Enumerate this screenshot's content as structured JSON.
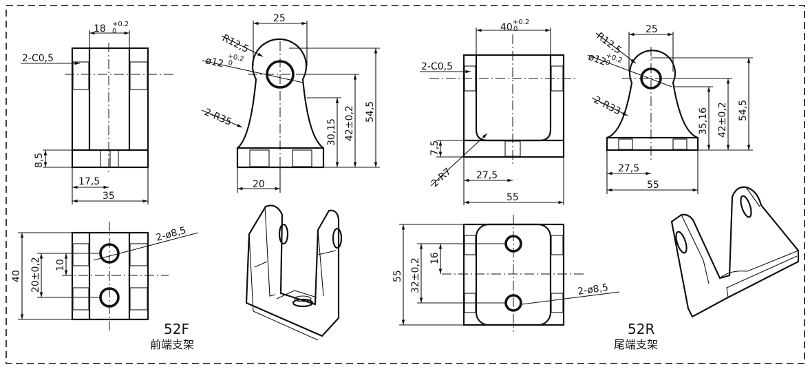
{
  "dims": {
    "d18": "18",
    "tol_02": "+0.2",
    "tol_0": "0",
    "c05_left": "2-C0,5",
    "d8_5": "8,5",
    "d17_5": "17,5",
    "d35": "35",
    "d25_left": "25",
    "r12_5_left": "R12,5",
    "phi12_left": "ø12",
    "r35": "2-R35",
    "d20": "20",
    "d30_15": "30,15",
    "d42_left": "42±0,2",
    "d54_5_left": "54,5",
    "phi8_5_left": "2-ø8,5",
    "d40": "40",
    "d20_02": "20±0,2",
    "d10": "10",
    "d40_top": "40",
    "c05_right": "2-C0,5",
    "d7_5": "7,5",
    "r7": "2-R7",
    "d27_5_mid": "27,5",
    "d55_mid": "55",
    "d25_right": "25",
    "r12_5_right": "R12,5",
    "phi12_right": "ø12",
    "r33": "2-R33",
    "d35_16": "35,16",
    "d42_right": "42±0,2",
    "d54_5_right": "54,5",
    "d27_5_right": "27,5",
    "d55_right": "55",
    "d55_vert": "55",
    "d32_02": "32±0,2",
    "d16": "16",
    "phi8_5_right": "2-ø8,5"
  },
  "labels": {
    "front_code": "52F",
    "front_name": "前端支架",
    "rear_code": "52R",
    "rear_name": "尾端支架"
  }
}
